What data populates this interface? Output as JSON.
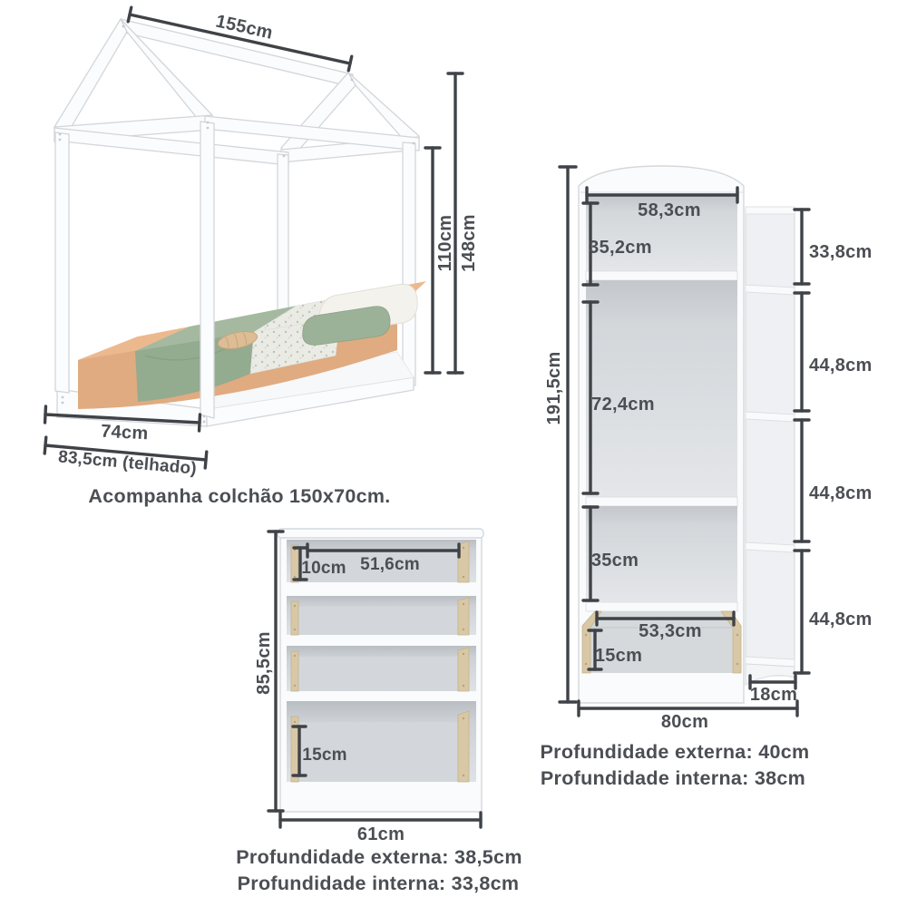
{
  "colors": {
    "text": "#4b4e53",
    "dim_line": "#3f4247",
    "furniture_outline": "#d4d8dc",
    "wood_edge": "#d9c8a6",
    "mattress_sheet": "#ecb98f",
    "blanket_green": "#a4b9a0",
    "pillow_white": "#f4f2ed",
    "pillow_green": "#9cb298"
  },
  "bed": {
    "dim_roof_length": "155cm",
    "dim_height_opening": "110cm",
    "dim_height_total": "148cm",
    "dim_width_base": "74cm",
    "dim_width_roof": "83,5cm (telhado)",
    "note": "Acompanha colchão 150x70cm."
  },
  "dresser": {
    "dim_height_total": "85,5cm",
    "dim_drawer_top_height": "10cm",
    "dim_drawer_width": "51,6cm",
    "dim_drawer_bottom_height": "15cm",
    "dim_width_total": "61cm",
    "depth_external": "Profundidade externa: 38,5cm",
    "depth_internal": "Profundidade interna: 33,8cm"
  },
  "wardrobe": {
    "dim_height_total": "191,5cm",
    "dim_inner_width": "58,3cm",
    "dim_section_top": "35,2cm",
    "dim_section_middle": "72,4cm",
    "dim_section_lower": "35cm",
    "dim_drawer_width": "53,3cm",
    "dim_drawer_height": "15cm",
    "dim_side_shelf_top": "33,8cm",
    "dim_side_shelf_upper": "44,8cm",
    "dim_side_shelf_middle": "44,8cm",
    "dim_side_shelf_lower": "44,8cm",
    "dim_side_depth": "18cm",
    "dim_width_total": "80cm",
    "depth_external": "Profundidade externa: 40cm",
    "depth_internal": "Profundidade interna: 38cm"
  }
}
